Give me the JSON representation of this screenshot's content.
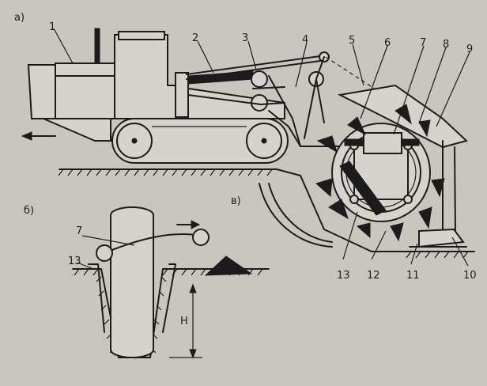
{
  "panels": {
    "a": "а)",
    "b": "б)",
    "v": "в)"
  },
  "callouts_main": [
    "1",
    "2",
    "3",
    "4",
    "5",
    "6",
    "7",
    "8",
    "9"
  ],
  "callouts_bottom": [
    "13",
    "12",
    "11",
    "10"
  ],
  "callouts_detail": {
    "seven": "7",
    "thirteen": "13",
    "depth": "H"
  },
  "colors": {
    "ink": "#1c1c1c",
    "paper": "#c9c6c0"
  }
}
